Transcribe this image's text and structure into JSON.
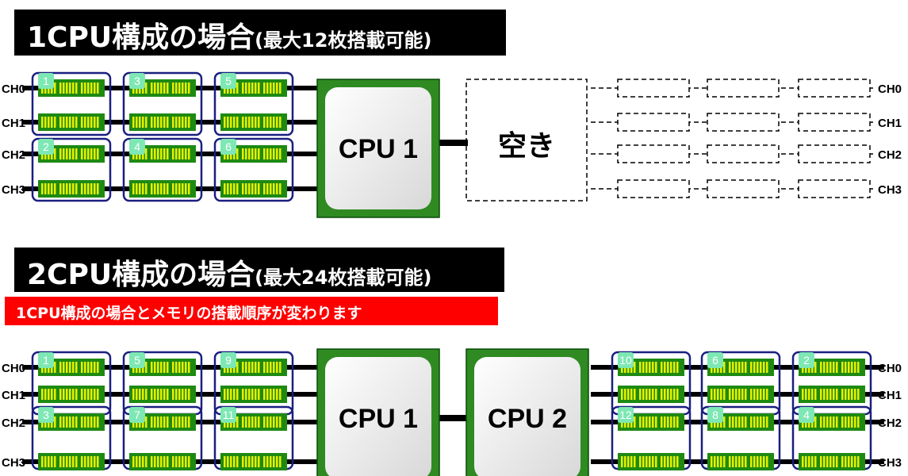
{
  "section1": {
    "title": "1CPU構成の場合",
    "subtitle": "(最大12枚搭載可能)",
    "cpu_label": "CPU 1",
    "empty_label": "空き",
    "channels": [
      "CH0",
      "CH1",
      "CH2",
      "CH3"
    ],
    "slot_numbers": [
      "1",
      "3",
      "5",
      "2",
      "4",
      "6"
    ]
  },
  "section2": {
    "title": "2CPU構成の場合",
    "subtitle": "(最大24枚搭載可能)",
    "note": "1CPU構成の場合とメモリの搭載順序が変わります",
    "cpu1_label": "CPU 1",
    "cpu2_label": "CPU 2",
    "channels": [
      "CH0",
      "CH1",
      "CH2",
      "CH3"
    ],
    "slot_numbers_cpu1": [
      "1",
      "5",
      "9",
      "3",
      "7",
      "11"
    ],
    "slot_numbers_cpu2": [
      "10",
      "6",
      "2",
      "12",
      "8",
      "4"
    ]
  },
  "colors": {
    "banner_bg": "#000000",
    "note_bg": "#ff0000",
    "dimm_green": "#1e8a12",
    "chip_yellow": "#e8f000",
    "cpu_green": "#2f8a22",
    "badge": "#7ee8b4",
    "group_outline": "#1a1f80"
  }
}
